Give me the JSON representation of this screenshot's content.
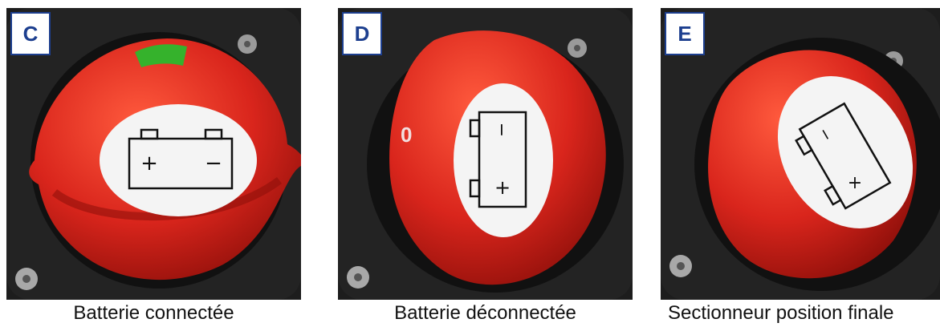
{
  "panels": [
    {
      "letter": "C",
      "caption": "Batterie connectée",
      "switch_state": "connected",
      "battery_symbol_plus": "+",
      "battery_symbol_minus": "−"
    },
    {
      "letter": "D",
      "caption": "Batterie déconnectée",
      "switch_state": "disconnected",
      "dial_marking": "0",
      "battery_symbol_plus": "+",
      "battery_symbol_minus": "−"
    },
    {
      "letter": "E",
      "caption": "Sectionneur position finale",
      "switch_state": "final-position",
      "battery_symbol_plus": "+",
      "battery_symbol_minus": "−"
    }
  ],
  "colors": {
    "label_blue": "#1d3f8f",
    "knob_red": "#d9251c",
    "indicator_green": "#35b22c"
  }
}
